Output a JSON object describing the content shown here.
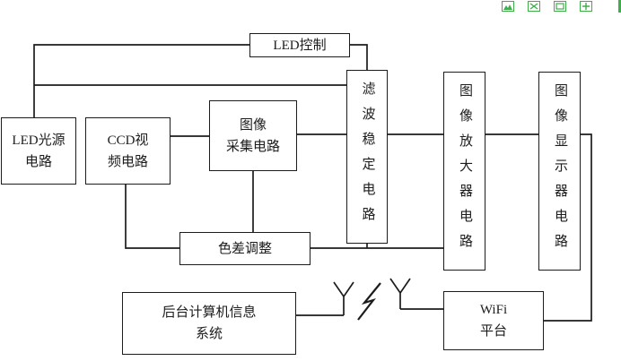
{
  "diagram": {
    "title": "LED/CCD image acquisition and WiFi transmission block diagram",
    "nodes": {
      "led_control": {
        "label": "LED控制"
      },
      "led_source": {
        "label": "LED光源\n电路"
      },
      "ccd_video": {
        "label": "CCD视\n频电路"
      },
      "image_capture": {
        "label": "图像\n采集电路"
      },
      "filter_stab": {
        "label": "滤波稳定电路"
      },
      "image_amp": {
        "label": "图像放大器电路"
      },
      "image_display": {
        "label": "图像显示器电路"
      },
      "color_adjust": {
        "label": "色差调整"
      },
      "backend": {
        "label": "后台计算机信息\n系统"
      },
      "wifi": {
        "label": "WiFi\n平台"
      }
    },
    "colors": {
      "line": "#1c1c1c",
      "box_border": "#1c1c1c",
      "background": "#ffffff",
      "corner_icon_green": "#3fae49"
    },
    "corner_icons": [
      {
        "name": "image-tool-icon-1"
      },
      {
        "name": "image-tool-icon-2"
      },
      {
        "name": "image-tool-icon-3"
      },
      {
        "name": "image-tool-icon-4"
      }
    ]
  }
}
